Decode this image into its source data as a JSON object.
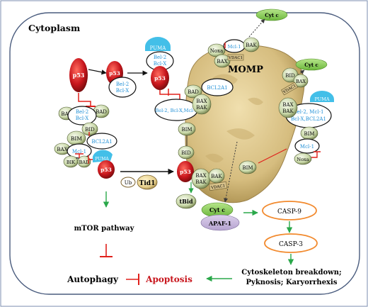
{
  "cytoplasm_label": "Cytoplasm",
  "mitochondrion_label": "MOMP",
  "proteins": {
    "p53": "p53",
    "bcl2": "Bel-2",
    "bclx": "Bcl-X",
    "puma": "PUMA",
    "bax": "BAX",
    "bak": "BAK",
    "bad": "BAD",
    "bid": "BID",
    "bim": "BIM",
    "bik": "BIK",
    "noxa": "Noxa",
    "bcl2a1": "BCL2A1",
    "mcl1": "Mcl-1",
    "tbid": "tBid",
    "ub": "Ub",
    "tid1": "Tid1",
    "vdac": "VDAC1",
    "cytc": "Cyt c",
    "cytc_short": "Cyt c",
    "apaf1": "APAF-1",
    "casp9": "CASP-9",
    "casp3": "CASP-3"
  },
  "complexes": {
    "bcl2_bclx_right": "Bel-2, Bcl-X,Mcl-1",
    "bcl2_mcl1": "Bel-2, Mcl-1",
    "bclx_bcl2a1": "Bcl-X,BCL2A1"
  },
  "pathway": {
    "mtor": "mTOR pathway",
    "autophagy": "Autophagy",
    "apoptosis": "Apoptosis",
    "cyto_line1": "Cytoskeleton breakdown;",
    "cyto_line2": "Pyknosis; Karyorrhexis"
  },
  "colors": {
    "p53_red": "#c8161d",
    "protein_fill": "#dbe6c4",
    "protein_stroke": "#4d5a30",
    "blue_text": "#1f8fd6",
    "puma_fill": "#43bfe8",
    "mito_fill": "#d8c28a",
    "arrow_green": "#2aa84a",
    "inhibit_red": "#e0201b",
    "casp_orange": "#f28a2e",
    "cytc_fill": "#8fce55",
    "apaf_fill": "#c9b9dd",
    "apoptosis_red": "#c8161d"
  }
}
